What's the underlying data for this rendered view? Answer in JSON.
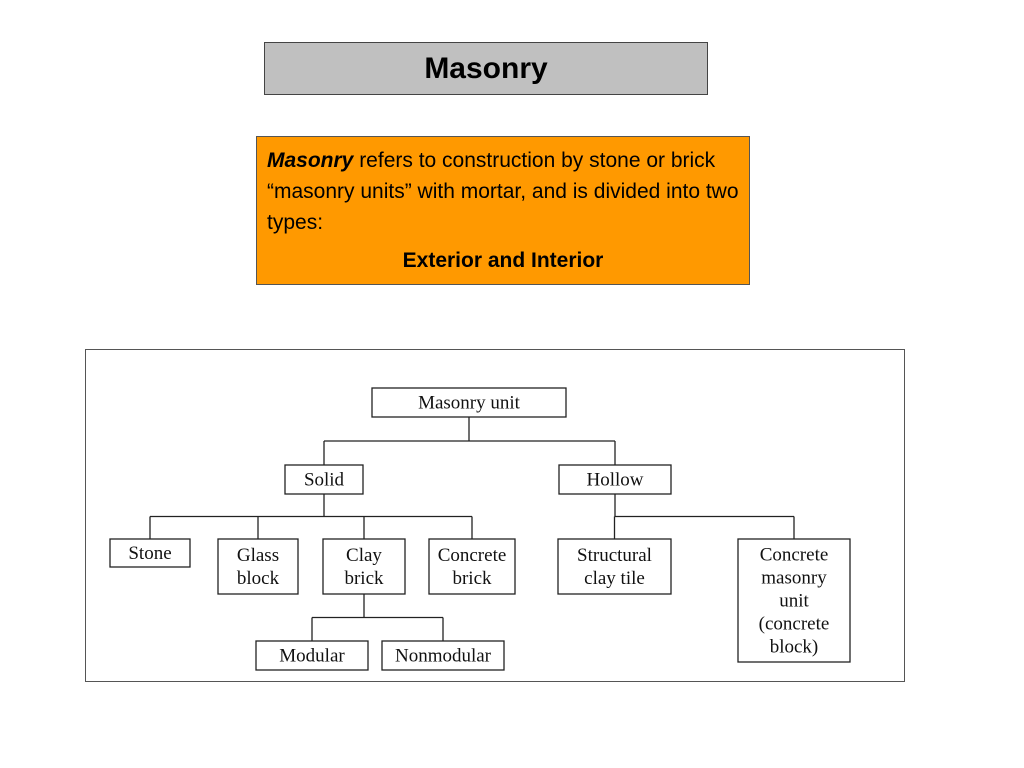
{
  "slide": {
    "title": "Masonry"
  },
  "definition": {
    "term": "Masonry",
    "body": " refers to construction by stone or brick “masonry units” with mortar, and is divided into two types:",
    "types": "Exterior and Interior",
    "background_color": "#ff9900"
  },
  "diagram": {
    "nodes": {
      "masonry_unit": [
        "Masonry unit"
      ],
      "solid": [
        "Solid"
      ],
      "hollow": [
        "Hollow"
      ],
      "stone": [
        "Stone"
      ],
      "glass_block": [
        "Glass",
        "block"
      ],
      "clay_brick": [
        "Clay",
        "brick"
      ],
      "concrete_brick": [
        "Concrete",
        "brick"
      ],
      "modular": [
        "Modular"
      ],
      "nonmodular": [
        "Nonmodular"
      ],
      "structural_clay_tile": [
        "Structural",
        "clay tile"
      ],
      "concrete_masonry_unit": [
        "Concrete",
        "masonry",
        "unit",
        "(concrete",
        "block)"
      ]
    },
    "edges": [
      [
        "masonry_unit",
        "solid"
      ],
      [
        "masonry_unit",
        "hollow"
      ],
      [
        "solid",
        "stone"
      ],
      [
        "solid",
        "glass_block"
      ],
      [
        "solid",
        "clay_brick"
      ],
      [
        "solid",
        "concrete_brick"
      ],
      [
        "clay_brick",
        "modular"
      ],
      [
        "clay_brick",
        "nonmodular"
      ],
      [
        "hollow",
        "structural_clay_tile"
      ],
      [
        "hollow",
        "concrete_masonry_unit"
      ]
    ]
  }
}
